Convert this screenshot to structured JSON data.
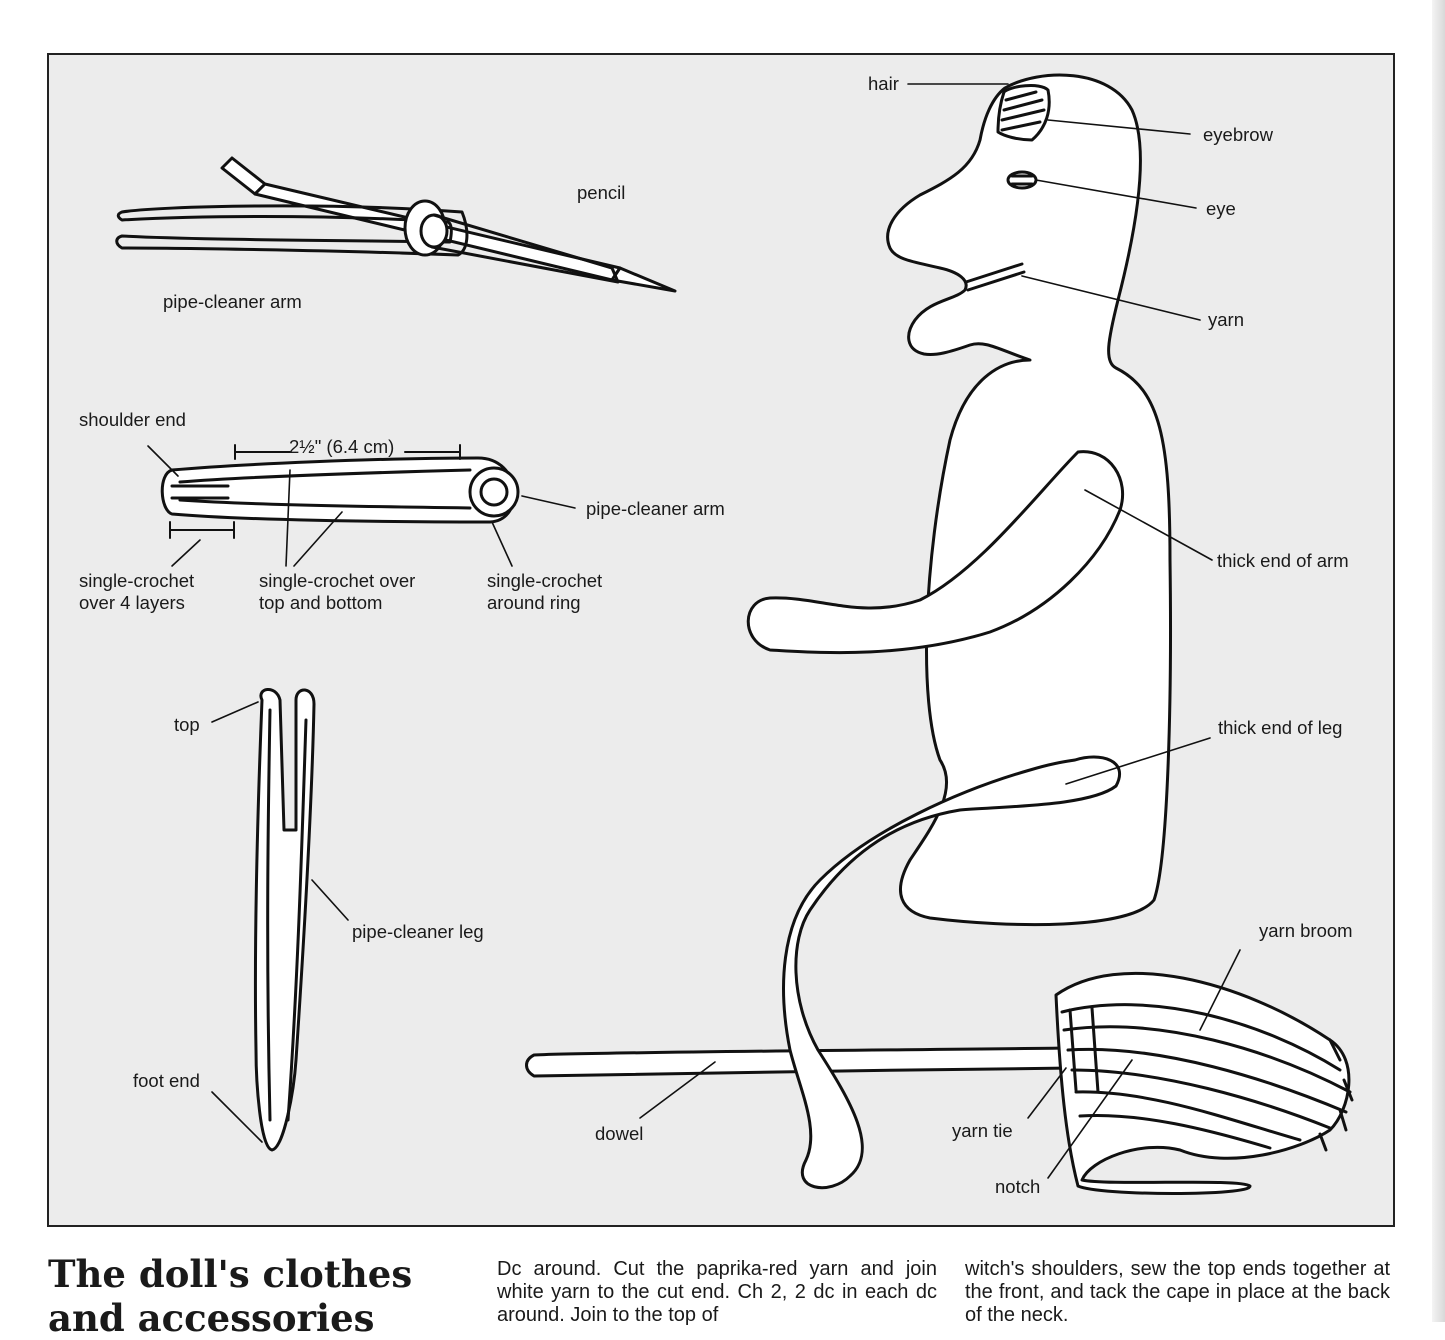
{
  "labels": {
    "pencil": "pencil",
    "pipe_cleaner_arm_top": "pipe-cleaner arm",
    "shoulder_end": "shoulder end",
    "measurement": "2½\" (6.4 cm)",
    "pipe_cleaner_arm_mid": "pipe-cleaner arm",
    "sc_over_4_layers": "single-crochet over 4 layers",
    "sc_over_top_bottom": "single-crochet over top and bottom",
    "sc_around_ring": "single-crochet around ring",
    "top": "top",
    "pipe_cleaner_leg": "pipe-cleaner leg",
    "foot_end": "foot end",
    "hair": "hair",
    "eyebrow": "eyebrow",
    "eye": "eye",
    "yarn": "yarn",
    "thick_end_of_arm": "thick end of arm",
    "thick_end_of_leg": "thick end of leg",
    "yarn_broom": "yarn broom",
    "dowel": "dowel",
    "yarn_tie": "yarn tie",
    "notch": "notch"
  },
  "heading": "The doll's clothes and accessories",
  "columns": {
    "col1": "Dc around. Cut the paprika-red yarn and join white yarn to the cut end. Ch 2, 2 dc in each dc around. Join to the top of",
    "col2": "witch's shoulders, sew the top ends together at the front, and tack the cape in place at the back of the neck."
  }
}
